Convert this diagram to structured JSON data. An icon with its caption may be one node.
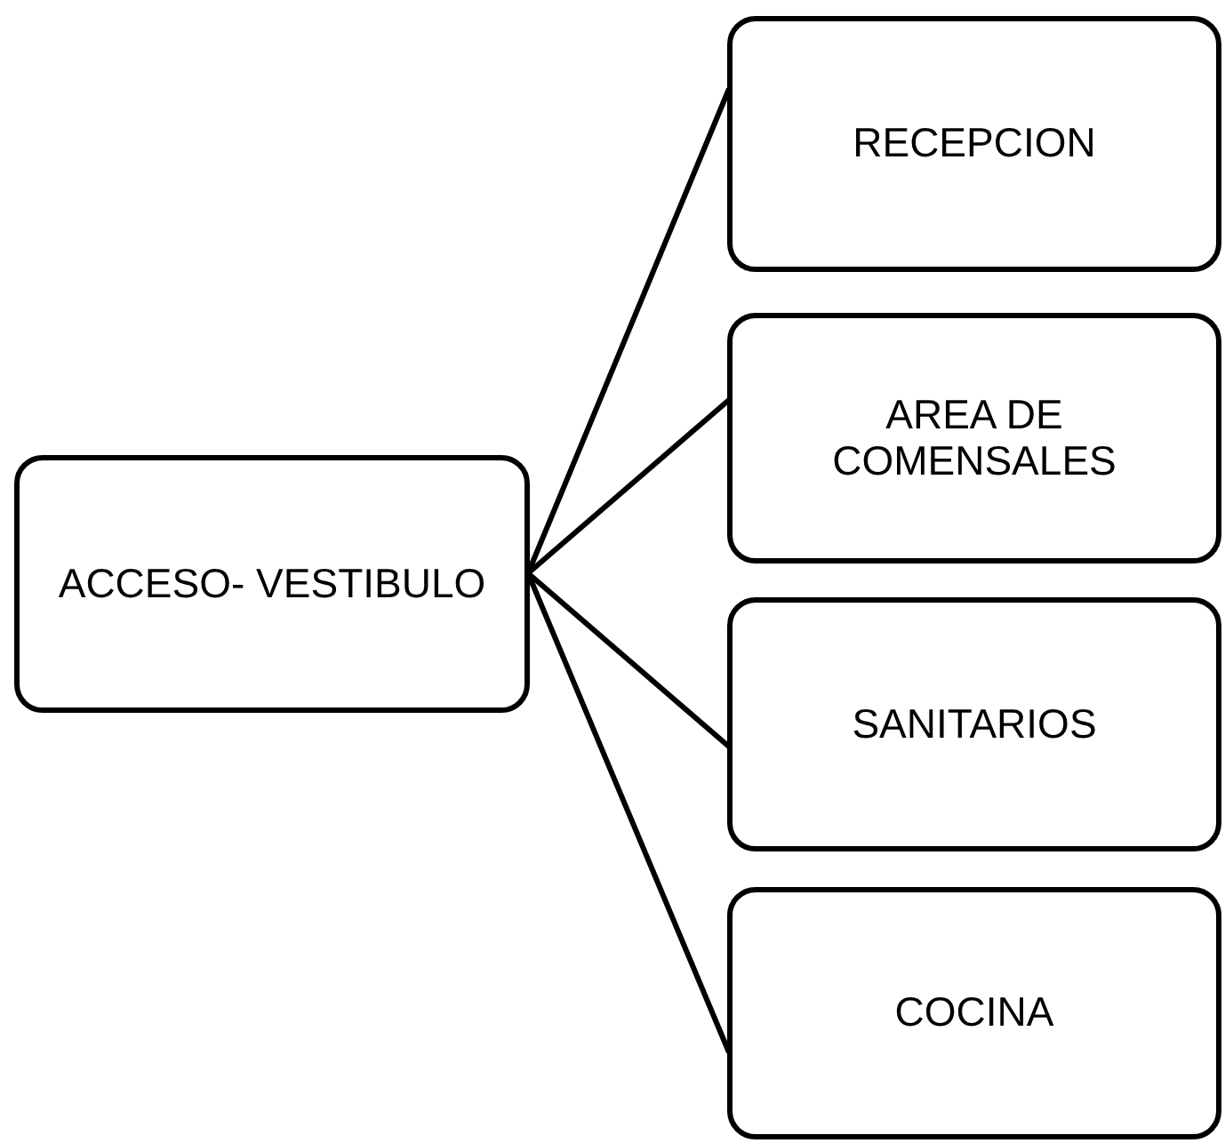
{
  "diagram": {
    "nodes": [
      {
        "text": [
          "ACCESO- VESTIBULO"
        ]
      },
      {
        "text": [
          "RECEPCION"
        ]
      },
      {
        "text": [
          "AREA DE COMENSALES"
        ]
      },
      {
        "text": [
          "SANITARIOS"
        ]
      },
      {
        "text": [
          "COCINA"
        ]
      }
    ],
    "edges": [
      {
        "from": 0,
        "to": 1,
        "arrow": "none"
      },
      {
        "from": 0,
        "to": 2,
        "arrow": "none"
      },
      {
        "from": 0,
        "to": 3,
        "arrow": "none"
      },
      {
        "from": 0,
        "to": 4,
        "arrow": "none"
      }
    ]
  }
}
